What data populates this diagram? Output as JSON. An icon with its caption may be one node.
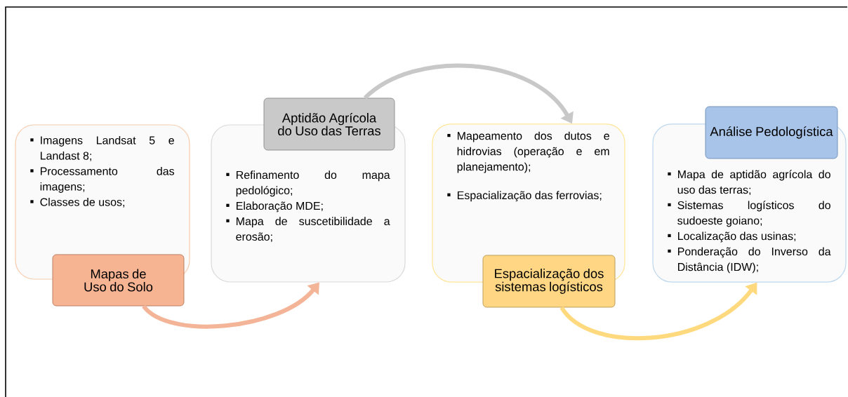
{
  "diagram": {
    "nodes": [
      {
        "text": [
          "Imagens Landsat 5 e Landast 8;",
          "Processamento das imagens;",
          "Classes de usos;"
        ]
      },
      {
        "text": [
          "Mapas de Uso do Solo"
        ]
      },
      {
        "text": [
          "Refinamento do mapa pedológico;",
          "Elaboração MDE;",
          "Mapa de suscetibilidade a erosão;"
        ]
      },
      {
        "text": [
          "Aptidão Agrícola do Uso das Terras"
        ]
      },
      {
        "text": [
          "Mapeamento dos dutos e hidrovias (operação e em planejamento);",
          "Espacialização das ferrovias;"
        ]
      },
      {
        "text": [
          "Espacialização dos sistemas logísticos"
        ]
      },
      {
        "text": [
          "Mapa de aptidão agrícola do uso das terras;",
          "Sistemas logísticos do sudoeste goiano;",
          "Localização das usinas;",
          "Ponderação do Inverso da Distância (IDW);"
        ]
      },
      {
        "text": [
          "Análise Pedologística"
        ]
      }
    ],
    "edges": [
      {
        "from": 1,
        "to": 2,
        "arrow": "to",
        "color": "#f4b497"
      },
      {
        "from": 3,
        "to": 4,
        "arrow": "to",
        "color": "#c8c8c8"
      },
      {
        "from": 5,
        "to": 6,
        "arrow": "to",
        "color": "#ffd97d"
      }
    ]
  }
}
